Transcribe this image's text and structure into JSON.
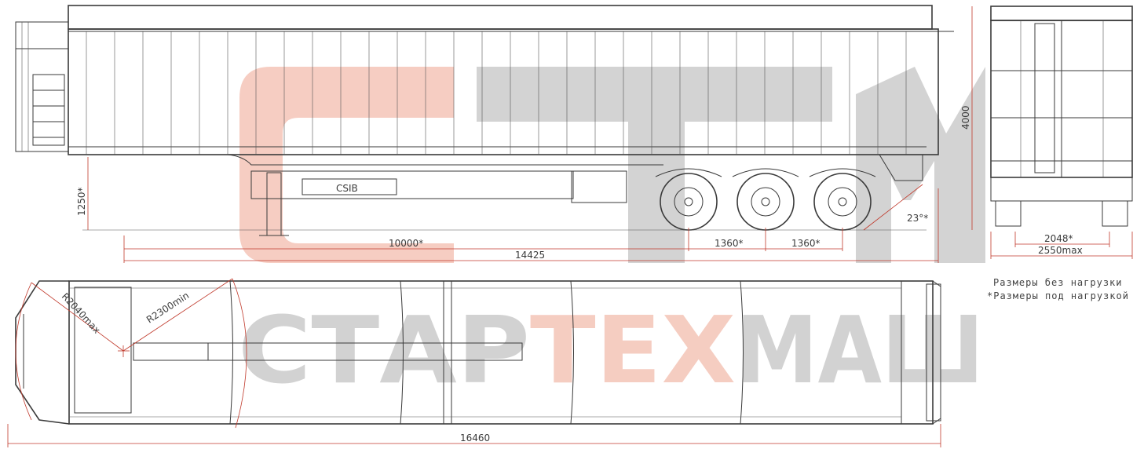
{
  "watermark": {
    "logo_letters": "СТМ",
    "company_part1": "СТАР",
    "company_part2": "ТЕХ",
    "company_part3": "МАШ",
    "colors": {
      "orange": "#f2b8a8",
      "gray": "#c4c4c4"
    }
  },
  "side_view": {
    "tank_marking": "CSIB",
    "dimensions": {
      "coupling_height": "1250*",
      "kingpin_to_axle": "10000*",
      "axle_spacing_1": "1360*",
      "axle_spacing_2": "1360*",
      "overall_length_side": "14425",
      "departure_angle": "23°*"
    }
  },
  "rear_view": {
    "dimensions": {
      "height": "4000",
      "track_width": "2048*",
      "overall_width": "2550max"
    }
  },
  "top_view": {
    "dimensions": {
      "front_radius": "R2040max",
      "turning_radius": "R2300min",
      "overall_length": "16460"
    }
  },
  "legend": {
    "line1": "Размеры без нагрузки",
    "line2": "*Размеры под нагрузкой"
  },
  "colors": {
    "dimension_line": "#c0392b",
    "drawing_line": "#3a3a3a"
  }
}
